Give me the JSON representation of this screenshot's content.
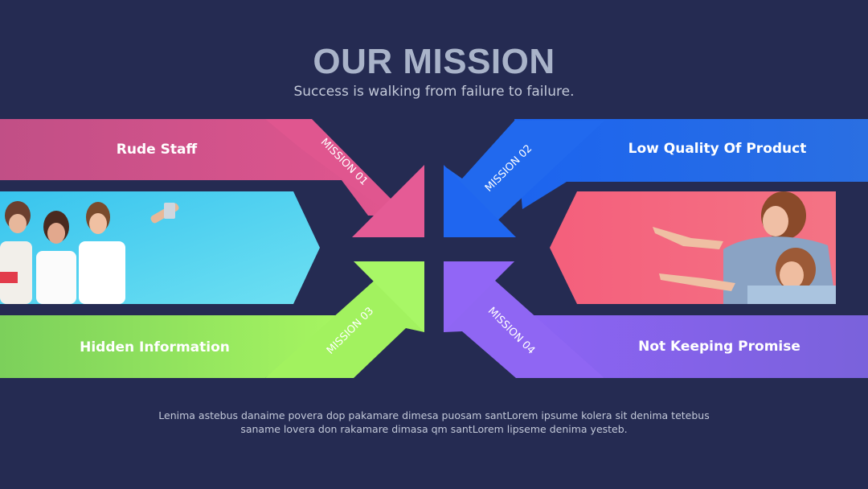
{
  "header": {
    "title": "OUR MISSION",
    "subtitle": "Success is walking from failure to failure."
  },
  "missions": [
    {
      "tag": "MISSION 01",
      "label": "Rude Staff",
      "color": "#d9508a"
    },
    {
      "tag": "MISSION 02",
      "label": "Low Quality Of Product",
      "color": "#2a6ee8"
    },
    {
      "tag": "MISSION 03",
      "label": "Hidden Information",
      "color": "#8ddc5c"
    },
    {
      "tag": "MISSION 04",
      "label": "Not Keeping Promise",
      "color": "#8463e0"
    }
  ],
  "photos": {
    "left_bg": "#4ed1ef",
    "right_bg": "#f26479"
  },
  "footer": {
    "text": "Lenima astebus danaime povera dop pakamare dimesa puosam santLorem ipsume kolera sit denima tetebus saname lovera don rakamare dimasa qm santLorem lipseme denima yesteb."
  },
  "colors": {
    "background": "#252b52",
    "title": "#a9b3c9"
  }
}
